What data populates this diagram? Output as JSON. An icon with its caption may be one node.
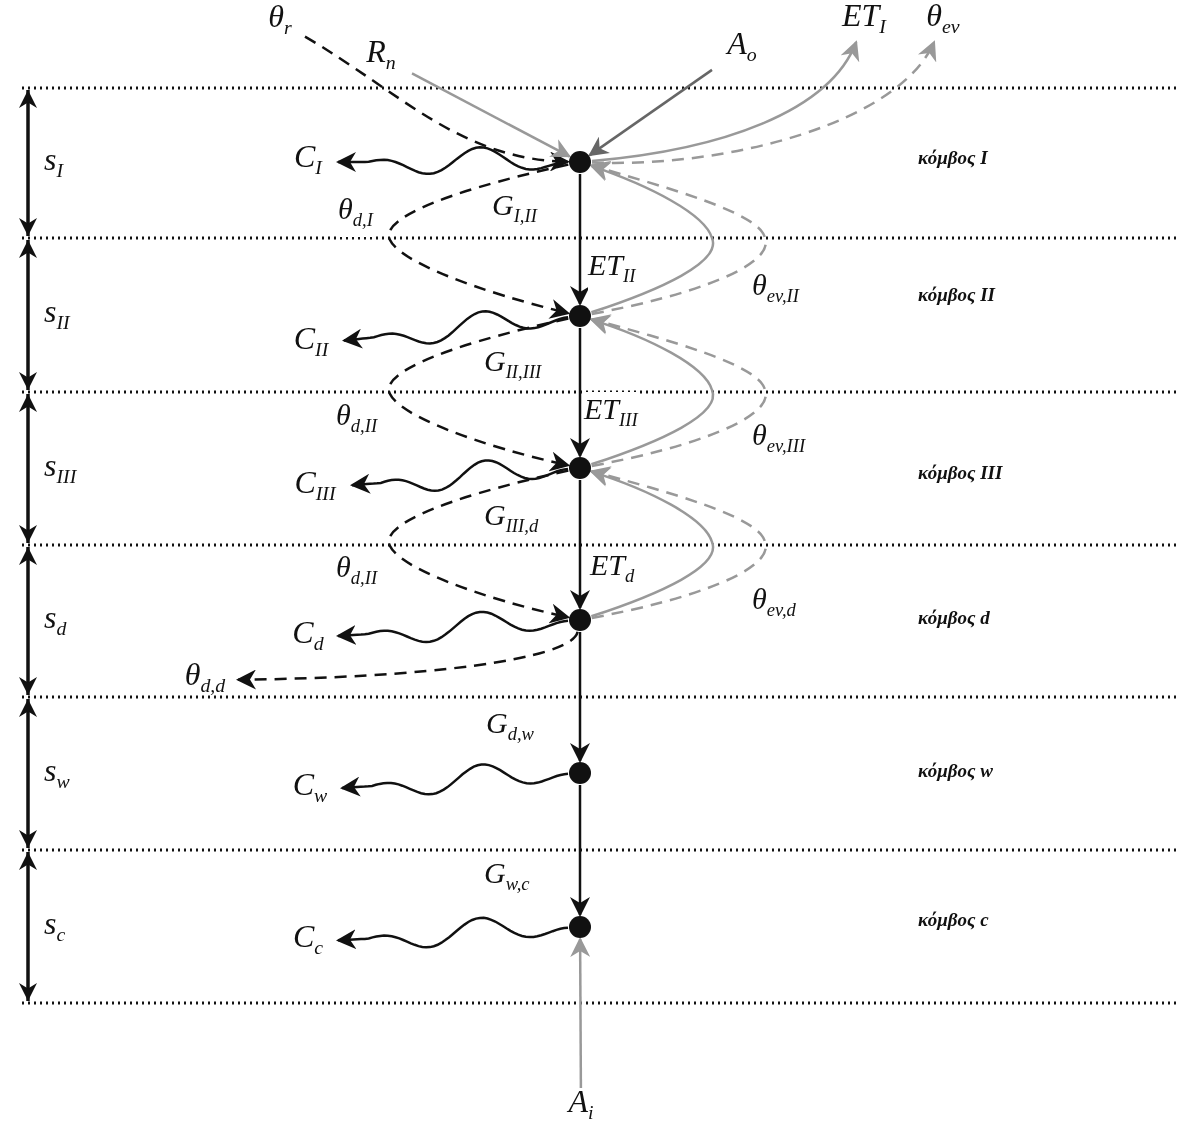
{
  "diagram": {
    "nodes": [
      {
        "text": [
          "θ$_{r}$"
        ]
      },
      {
        "text": [
          "R$_{n}$"
        ]
      },
      {
        "text": [
          "A$_{o}$"
        ]
      },
      {
        "text": [
          "ET$_{I}$"
        ]
      },
      {
        "text": [
          "θ$_{ev}$"
        ]
      },
      {
        "text": [],
        "shape": "circle"
      },
      {
        "text": [],
        "shape": "circle"
      },
      {
        "text": [],
        "shape": "circle"
      },
      {
        "text": [],
        "shape": "circle"
      },
      {
        "text": [],
        "shape": "circle"
      },
      {
        "text": [],
        "shape": "circle"
      },
      {
        "text": [
          "C$_{I}$"
        ]
      },
      {
        "text": [
          "C$_{II}$"
        ]
      },
      {
        "text": [
          "C$_{III}$"
        ]
      },
      {
        "text": [
          "C$_{d}$"
        ]
      },
      {
        "text": [
          "C$_{w}$"
        ]
      },
      {
        "text": [
          "C$_{c}$"
        ]
      },
      {
        "text": [
          "θ$_{d,d}$"
        ]
      },
      {
        "text": [
          "A$_{i}$"
        ]
      }
    ],
    "edges": [
      {
        "from": 0,
        "to": 5,
        "arrow": "to",
        "style": "dashed"
      },
      {
        "from": 1,
        "to": 5,
        "arrow": "to",
        "color": "#999999"
      },
      {
        "from": 2,
        "to": 5,
        "arrow": "to",
        "color": "#666666"
      },
      {
        "from": 5,
        "to": 3,
        "arrow": "to",
        "color": "#999999"
      },
      {
        "from": 5,
        "to": 4,
        "arrow": "to",
        "style": "dashed",
        "color": "#999999"
      },
      {
        "from": 5,
        "to": 11,
        "arrow": "to"
      },
      {
        "from": 5,
        "to": 6,
        "arrow": "to",
        "label": "G$_{I,II}$"
      },
      {
        "from": 5,
        "to": 6,
        "arrow": "to",
        "style": "dashed",
        "label": "θ$_{d,I}$"
      },
      {
        "from": 6,
        "to": 5,
        "arrow": "to",
        "color": "#999999",
        "label": "ET$_{II}$"
      },
      {
        "from": 6,
        "to": 5,
        "arrow": "to",
        "style": "dashed",
        "color": "#999999",
        "label": "θ$_{ev,II}$"
      },
      {
        "from": 6,
        "to": 12,
        "arrow": "to"
      },
      {
        "from": 6,
        "to": 7,
        "arrow": "to",
        "label": "G$_{II,III}$"
      },
      {
        "from": 6,
        "to": 7,
        "arrow": "to",
        "style": "dashed",
        "label": "θ$_{d,II}$"
      },
      {
        "from": 7,
        "to": 6,
        "arrow": "to",
        "color": "#999999",
        "label": "ET$_{III}$"
      },
      {
        "from": 7,
        "to": 6,
        "arrow": "to",
        "style": "dashed",
        "color": "#999999",
        "label": "θ$_{ev,III}$"
      },
      {
        "from": 7,
        "to": 13,
        "arrow": "to"
      },
      {
        "from": 7,
        "to": 8,
        "arrow": "to",
        "label": "G$_{III,d}$"
      },
      {
        "from": 7,
        "to": 8,
        "arrow": "to",
        "style": "dashed",
        "label": "θ$_{d,II}$"
      },
      {
        "from": 8,
        "to": 7,
        "arrow": "to",
        "color": "#999999",
        "label": "ET$_{d}$"
      },
      {
        "from": 8,
        "to": 7,
        "arrow": "to",
        "style": "dashed",
        "color": "#999999",
        "label": "θ$_{ev,d}$"
      },
      {
        "from": 8,
        "to": 14,
        "arrow": "to"
      },
      {
        "from": 8,
        "to": 17,
        "arrow": "to",
        "style": "dashed"
      },
      {
        "from": 8,
        "to": 9,
        "arrow": "to",
        "label": "G$_{d,w}$"
      },
      {
        "from": 9,
        "to": 15,
        "arrow": "to"
      },
      {
        "from": 9,
        "to": 10,
        "arrow": "to",
        "label": "G$_{w,c}$"
      },
      {
        "from": 10,
        "to": 16,
        "arrow": "to"
      },
      {
        "from": 18,
        "to": 10,
        "arrow": "to",
        "color": "#999999"
      }
    ],
    "labels": [
      "s$_{I}$",
      "κόμβος I",
      "s$_{II}$",
      "κόμβος II",
      "s$_{III}$",
      "κόμβος III",
      "s$_{d}$",
      "κόμβος d",
      "s$_{w}$",
      "κόμβος w",
      "s$_{c}$",
      "κόμβος c"
    ]
  }
}
